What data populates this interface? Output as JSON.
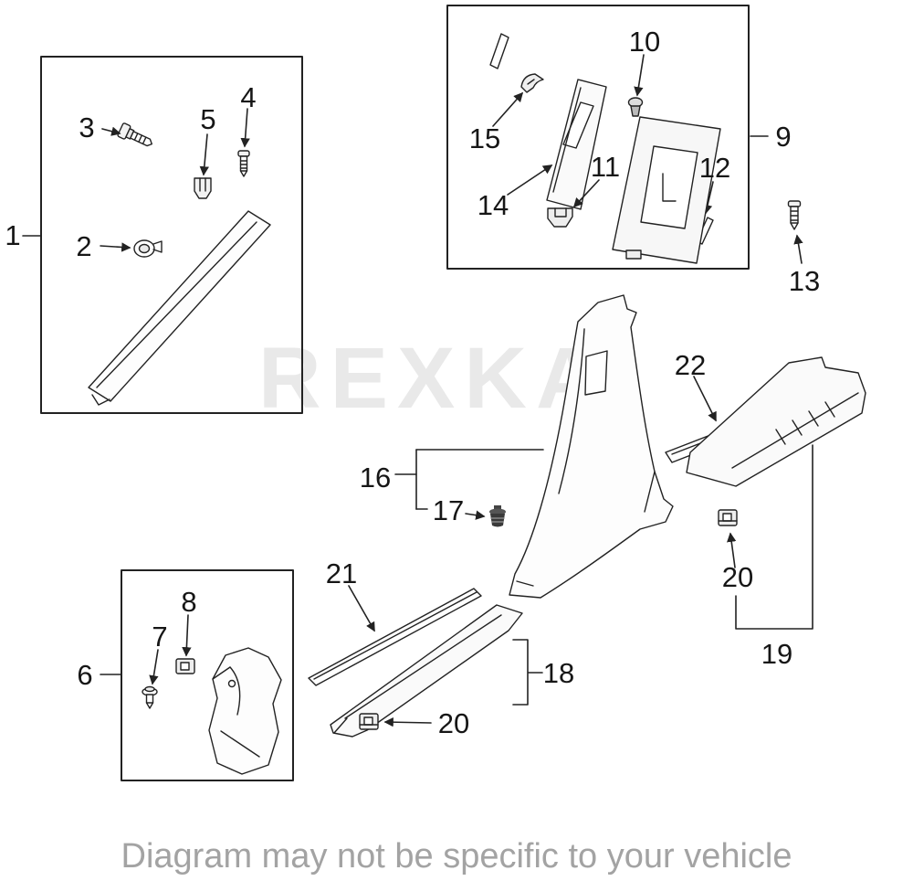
{
  "watermark": "REXKA",
  "disclaimer": "Diagram may not be specific to your vehicle",
  "callouts": {
    "n1": "1",
    "n2": "2",
    "n3": "3",
    "n4": "4",
    "n5": "5",
    "n6": "6",
    "n7": "7",
    "n8": "8",
    "n9": "9",
    "n10": "10",
    "n11": "11",
    "n12": "12",
    "n13": "13",
    "n14": "14",
    "n15": "15",
    "n16": "16",
    "n17": "17",
    "n18": "18",
    "n19": "19",
    "n20_right": "20",
    "n20_bottom": "20",
    "n21": "21",
    "n22": "22"
  }
}
